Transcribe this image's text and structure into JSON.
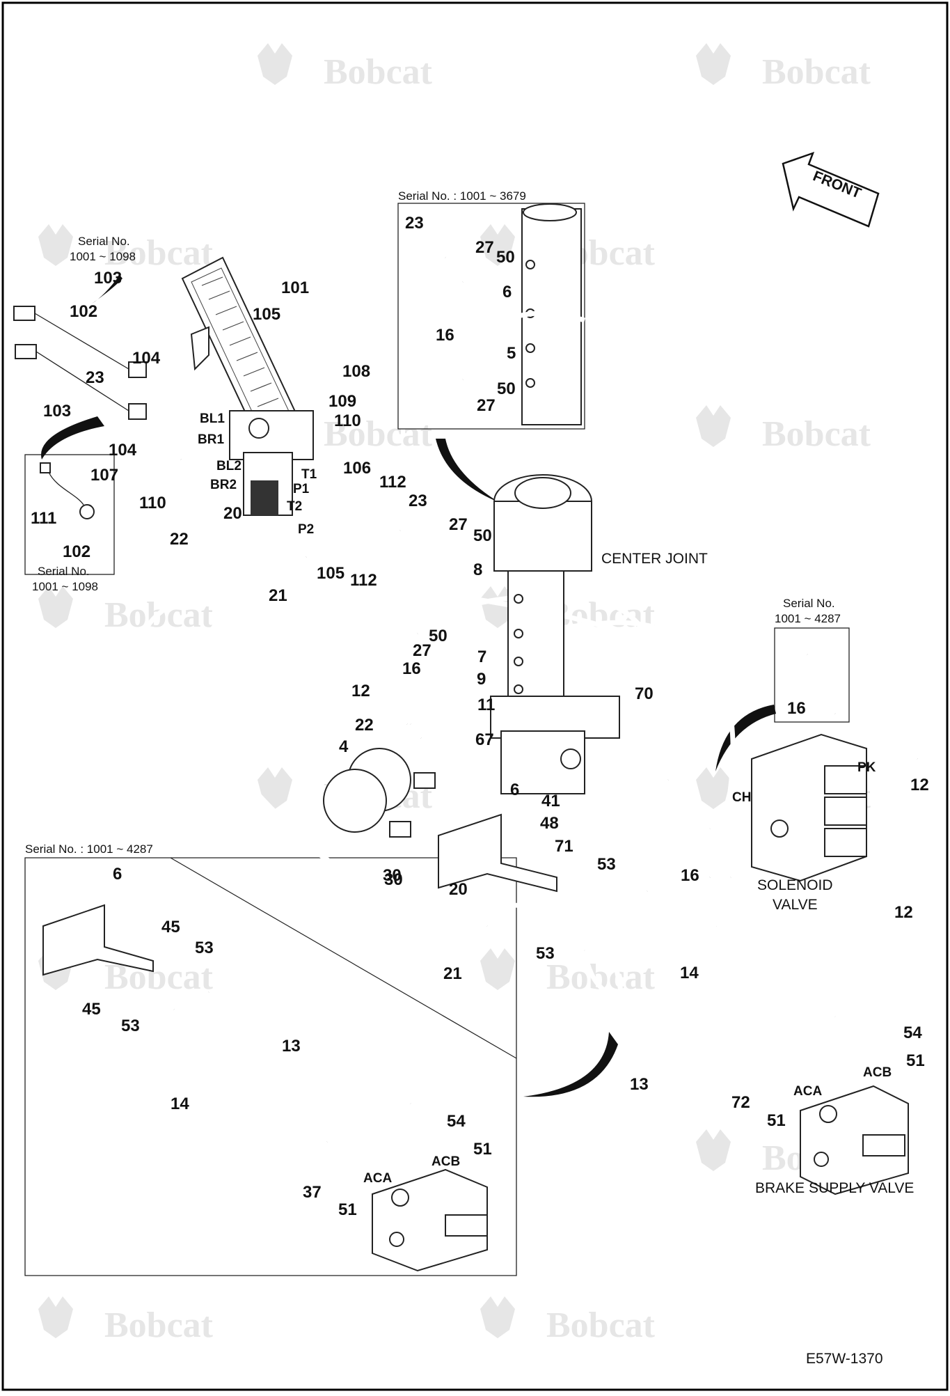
{
  "diagram": {
    "drawing_number": "E57W-1370",
    "watermark_brand": "Bobcat",
    "front_arrow_label": "FRONT",
    "captions": {
      "center_joint": "CENTER JOINT",
      "solenoid_valve_line1": "SOLENOID",
      "solenoid_valve_line2": "VALVE",
      "brake_supply_valve": "BRAKE SUPPLY VALVE"
    },
    "serial_notes": {
      "top_inset": "Serial No. : 1001 ~ 3679",
      "left_top_line1": "Serial No.",
      "left_top_line2": "1001 ~ 1098",
      "left_bottom_line1": "Serial No.",
      "left_bottom_line2": "1001 ~ 1098",
      "right_small_line1": "Serial No.",
      "right_small_line2": "1001 ~ 4287",
      "bottom_inset": "Serial No. : 1001 ~ 4287"
    },
    "port_labels": [
      "BL1",
      "BR1",
      "BL2",
      "BR2",
      "T1",
      "P1",
      "T2",
      "P2",
      "CH",
      "PK",
      "ACA",
      "ACB",
      "ACA",
      "ACB"
    ],
    "part_labels": [
      "103",
      "101",
      "102",
      "105",
      "104",
      "108",
      "23",
      "109",
      "103",
      "110",
      "104",
      "106",
      "107",
      "112",
      "110",
      "111",
      "20",
      "22",
      "102",
      "105",
      "112",
      "21",
      "23",
      "27",
      "50",
      "6",
      "16",
      "5",
      "50",
      "27",
      "23",
      "27",
      "50",
      "8",
      "50",
      "27",
      "7",
      "16",
      "12",
      "9",
      "22",
      "11",
      "67",
      "4",
      "70",
      "16",
      "12",
      "30",
      "6",
      "41",
      "48",
      "30",
      "71",
      "53",
      "20",
      "53",
      "21",
      "16",
      "12",
      "14",
      "54",
      "51",
      "13",
      "72",
      "51",
      "6",
      "45",
      "53",
      "45",
      "53",
      "13",
      "14",
      "54",
      "51",
      "37",
      "51"
    ]
  }
}
